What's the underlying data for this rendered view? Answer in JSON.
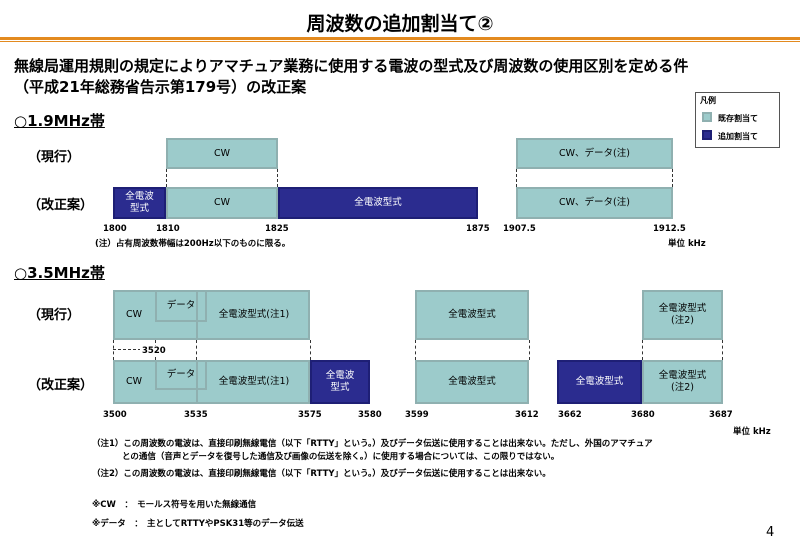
{
  "title": "周波数の追加割当て②",
  "subtitle_line1": "無線局運用規則の規定によりアマチュア業務に使用する電波の型式及び周波数の使用区別を定める件",
  "subtitle_line2": "（平成21年総務省告示第179号）の改正案",
  "legend": {
    "title": "凡例",
    "existing": "既存割当て",
    "added": "追加割当て",
    "existing_color": "#9ccbcb",
    "added_color": "#2b2c8f"
  },
  "row_labels": {
    "current": "（現行）",
    "revised": "（改正案）"
  },
  "band_19": {
    "heading": "○1.9MHz帯",
    "current": {
      "cw": "CW",
      "cwdata": "CW、データ(注)"
    },
    "revised": {
      "allmodes_narrow": "全電波\n型式",
      "cw": "CW",
      "allmodes": "全電波型式",
      "cwdata": "CW、データ(注)"
    },
    "ticks": [
      "1800",
      "1810",
      "1825",
      "1875",
      "1907.5",
      "1912.5"
    ],
    "note": "(注）占有周波数帯幅は200Hz以下のものに限る。",
    "unit": "単位 kHz"
  },
  "band_35": {
    "heading": "○3.5MHz帯",
    "current": {
      "cw": "CW",
      "data": "データ",
      "allmodes_note1": "全電波型式(注1)",
      "allmodes_mid": "全電波型式",
      "allmodes_note2": "全電波型式\n(注2)"
    },
    "mid_tick": "3520",
    "revised": {
      "cw": "CW",
      "data": "データ",
      "allmodes_note1": "全電波型式(注1)",
      "allmodes_narrow": "全電波\n型式",
      "allmodes_mid": "全電波型式",
      "allmodes_added": "全電波型式",
      "allmodes_note2": "全電波型式\n(注2)"
    },
    "ticks": [
      "3500",
      "3535",
      "3575",
      "3580",
      "3599",
      "3612",
      "3662",
      "3680",
      "3687"
    ],
    "unit": "単位 kHz"
  },
  "notes": {
    "note1_line1": "（注1）この周波数の電波は、直接印刷無線電信（以下「RTTY」という。）及びデータ伝送に使用することは出来ない。ただし、外国のアマチュア",
    "note1_line2": "との通信（音声とデータを復号した通信及び画像の伝送を除く。）に使用する場合については、この限りではない。",
    "note2": "（注2）この周波数の電波は、直接印刷無線電信（以下「RTTY」という。）及びデータ伝送に使用することは出来ない。",
    "cw_def": "※CW　：　モールス符号を用いた無線通信",
    "data_def": "※データ　：　主としてRTTYやPSK31等のデータ伝送"
  },
  "page_number": "4"
}
